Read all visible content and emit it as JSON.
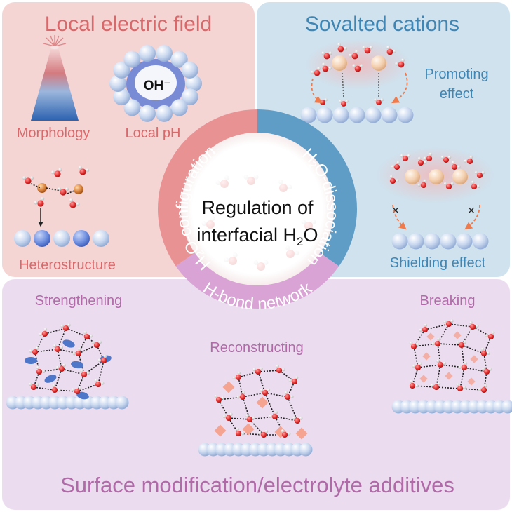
{
  "panels": {
    "top_left": {
      "title": "Local electric field",
      "labels": {
        "morphology": "Morphology",
        "local_ph": "Local pH",
        "heterostructure": "Heterostructure",
        "oh": "OH⁻"
      },
      "colors": {
        "bg": "#f5d4d4",
        "title": "#d9686a",
        "label": "#d9686a"
      }
    },
    "top_right": {
      "title": "Sovalted cations",
      "labels": {
        "promoting_line1": "Promoting",
        "promoting_line2": "effect",
        "shielding": "Shielding effect"
      },
      "colors": {
        "bg": "#cfe2ee",
        "title": "#3f86b5",
        "label": "#3f86b5"
      }
    },
    "bottom": {
      "title": "Surface modification/electrolyte additives",
      "labels": {
        "strengthening": "Strengthening",
        "reconstructing": "Reconstructing",
        "breaking": "Breaking"
      },
      "colors": {
        "bg": "#ecdcef",
        "title": "#b06aa8",
        "label": "#b06aa8"
      }
    }
  },
  "center": {
    "line1": "Regulation of",
    "line2": "interfacial H",
    "line2_sub": "2",
    "line2_end": "O"
  },
  "ring": {
    "left": {
      "pre": "H",
      "sub": "2",
      "post": "O-configuration",
      "color": "#e99294"
    },
    "right": {
      "pre": "H",
      "sub": "2",
      "post": "O-dissociation",
      "color": "#5f9cc6"
    },
    "bottom": {
      "label": "H-bond network",
      "color": "#d9a3d6"
    }
  }
}
